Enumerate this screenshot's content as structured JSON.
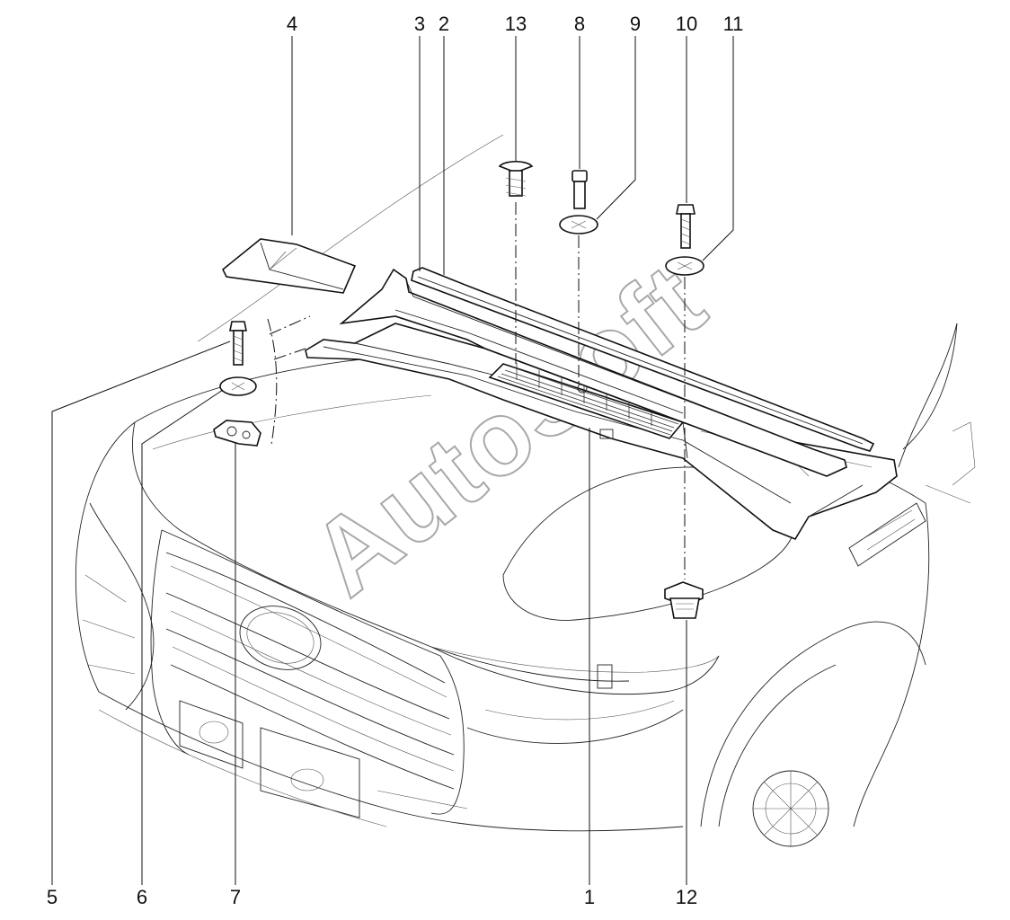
{
  "diagram": {
    "watermark": "AutoSoft",
    "callouts": {
      "c1": "1",
      "c2": "2",
      "c3": "3",
      "c4": "4",
      "c5": "5",
      "c6": "6",
      "c7": "7",
      "c8": "8",
      "c9": "9",
      "c10": "10",
      "c11": "11",
      "c12": "12",
      "c13": "13"
    }
  }
}
